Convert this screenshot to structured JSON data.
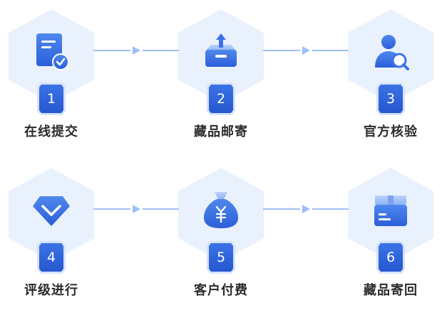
{
  "steps": [
    {
      "number": "1",
      "label": "在线提交",
      "icon": "document-check-icon"
    },
    {
      "number": "2",
      "label": "藏品邮寄",
      "icon": "package-send-icon"
    },
    {
      "number": "3",
      "label": "官方核验",
      "icon": "user-search-icon"
    },
    {
      "number": "4",
      "label": "评级进行",
      "icon": "diamond-icon"
    },
    {
      "number": "5",
      "label": "客户付费",
      "icon": "money-bag-icon"
    },
    {
      "number": "6",
      "label": "藏品寄回",
      "icon": "return-box-icon"
    }
  ],
  "colors": {
    "hex_fill": "#e9f1fd",
    "primary": "#3c72e6",
    "light": "#9ec0f6",
    "badge": "#2f65dc",
    "text": "#2b2b2b"
  }
}
